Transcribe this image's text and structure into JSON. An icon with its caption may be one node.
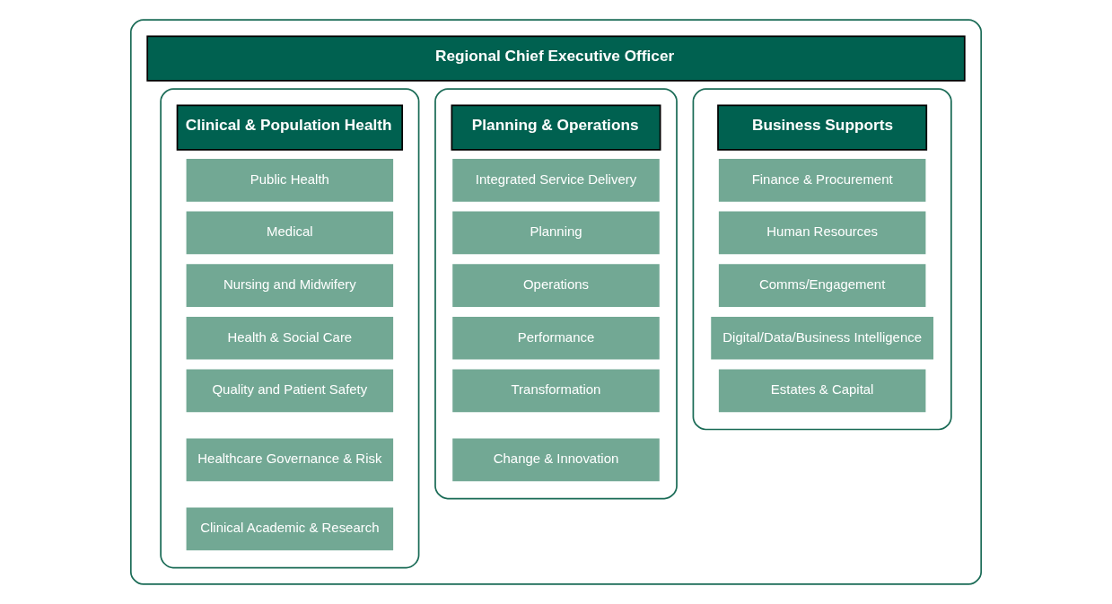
{
  "diagram": {
    "nodes": [
      {
        "text": [],
        "shape": "box"
      },
      {
        "text": [
          "Regional Chief Executive Officer"
        ],
        "in": 0
      },
      {
        "text": [],
        "shape": "box",
        "in": 0
      },
      {
        "text": [
          "Clinical & Population Health"
        ],
        "in": 2
      },
      {
        "text": [
          "Public Health"
        ],
        "in": 2
      },
      {
        "text": [
          "Medical"
        ],
        "in": 2
      },
      {
        "text": [
          "Nursing and Midwifery"
        ],
        "in": 2
      },
      {
        "text": [
          "Health & Social Care"
        ],
        "in": 2
      },
      {
        "text": [
          "Quality and Patient Safety"
        ],
        "in": 2
      },
      {
        "text": [
          "Healthcare Governance & Risk"
        ],
        "in": 2
      },
      {
        "text": [
          "Clinical Academic & Research"
        ],
        "in": 2
      },
      {
        "text": [],
        "shape": "box",
        "in": 0
      },
      {
        "text": [
          "Planning & Operations"
        ],
        "in": 11
      },
      {
        "text": [
          "Integrated Service Delivery"
        ],
        "in": 11
      },
      {
        "text": [
          "Planning"
        ],
        "in": 11
      },
      {
        "text": [
          "Operations"
        ],
        "in": 11
      },
      {
        "text": [
          "Performance"
        ],
        "in": 11
      },
      {
        "text": [
          "Transformation"
        ],
        "in": 11
      },
      {
        "text": [
          "Change & Innovation"
        ],
        "in": 11
      },
      {
        "text": [],
        "shape": "box",
        "in": 0
      },
      {
        "text": [
          "Business Supports"
        ],
        "in": 19
      },
      {
        "text": [
          "Finance & Procurement"
        ],
        "in": 19
      },
      {
        "text": [
          "Human Resources"
        ],
        "in": 19
      },
      {
        "text": [
          "Comms/Engagement"
        ],
        "in": 19
      },
      {
        "text": [
          "Digital/Data/Business Intelligence"
        ],
        "in": 19
      },
      {
        "text": [
          "Estates & Capital"
        ],
        "in": 19
      }
    ],
    "edges": []
  }
}
